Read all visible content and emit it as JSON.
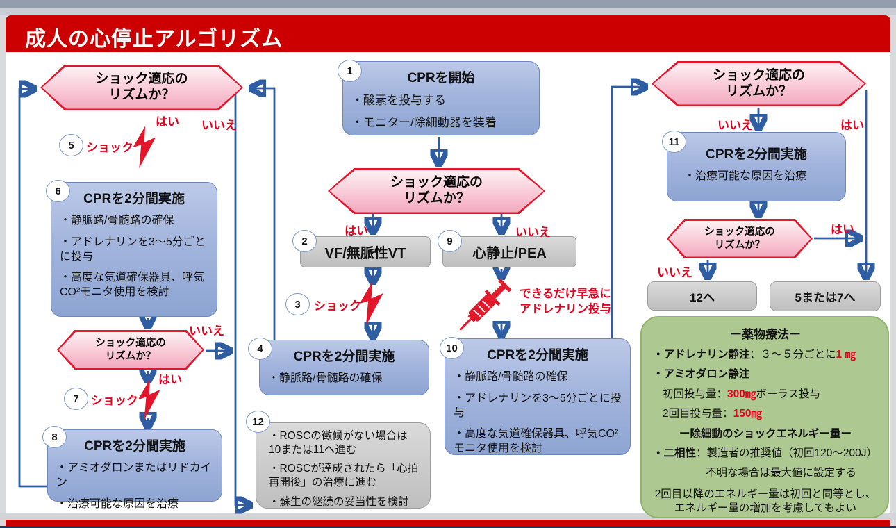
{
  "header": {
    "title": "成人の心停止アルゴリズム"
  },
  "labels": {
    "yes": "はい",
    "no": "いいえ",
    "shock": "ショック"
  },
  "question": {
    "line1": "ショック適応の",
    "line2": "リズムか？"
  },
  "nodes": {
    "n1": {
      "num": "1",
      "title": "CPRを開始",
      "bullets": [
        "・酸素を投与する",
        "・モニター/除細動器を装着"
      ]
    },
    "n2": {
      "num": "2",
      "label": "VF/無脈性VT"
    },
    "n3": {
      "num": "3"
    },
    "n4": {
      "num": "4",
      "title": "CPRを2分間実施",
      "bullets": [
        "・静脈路/骨髄路の確保"
      ]
    },
    "n5": {
      "num": "5"
    },
    "n6": {
      "num": "6",
      "title": "CPRを2分間実施",
      "bullets": [
        "・静脈路/骨髄路の確保",
        "・アドレナリンを3〜5分ごとに投与",
        "・高度な気道確保器具、呼気CO²モニタ使用を検討"
      ]
    },
    "n7": {
      "num": "7"
    },
    "n8": {
      "num": "8",
      "title": "CPRを2分間実施",
      "bullets": [
        "・アミオダロンまたはリドカイン",
        "・治療可能な原因を治療"
      ]
    },
    "n9": {
      "num": "9",
      "label": "心静止/PEA"
    },
    "n10": {
      "num": "10",
      "title": "CPRを2分間実施",
      "bullets": [
        "・静脈路/骨髄路の確保",
        "・アドレナリンを3〜5分ごとに投与",
        "・高度な気道確保器具、呼気CO²モニタ使用を検討"
      ]
    },
    "n11": {
      "num": "11",
      "title": "CPRを2分間実施",
      "bullets": [
        "・治療可能な原因を治療"
      ]
    },
    "n12": {
      "num": "12",
      "bullets": [
        "・ROSCの徴候がない場合は10または11へ進む",
        "・ROSCが達成されたら「心拍再開後」の治療に進む",
        "・蘇生の継続の妥当性を検討"
      ]
    },
    "goto12": {
      "label": "12へ"
    },
    "goto57": {
      "label": "5または7へ"
    }
  },
  "syringe_note": {
    "line1": "できるだけ早急に",
    "line2": "アドレナリン投与"
  },
  "pharm": {
    "title": "ー薬物療法ー",
    "adrenaline_bold": "・アドレナリン静注",
    "adrenaline_mid": "：３〜５分ごとに",
    "adrenaline_dose": "1 ㎎",
    "amiodarone_bold": "・アミオダロン静注",
    "first_pre": "初回投与量：",
    "first_dose": "300㎎",
    "first_post": "ボーラス投与",
    "second_pre": "2回目投与量：",
    "second_dose": "150㎎",
    "energy_title": "ー除細動のショックエネルギー量ー",
    "biphasic_bold": "・二相性",
    "biphasic_post": "：製造者の推奨値（初回120〜200J）",
    "unknown_line": "不明な場合は最大値に設定する",
    "repeat_line1": "2回目以降のエネルギー量は初回と同等とし、",
    "repeat_line2": "エネルギー量の増加を考慮してもよい"
  },
  "colors": {
    "accent_red": "#cc0001",
    "arrow_blue": "#2e5ea1",
    "hex_border": "#e3152b",
    "blue_box": "#a3b5dd",
    "green_panel": "#adc891"
  }
}
